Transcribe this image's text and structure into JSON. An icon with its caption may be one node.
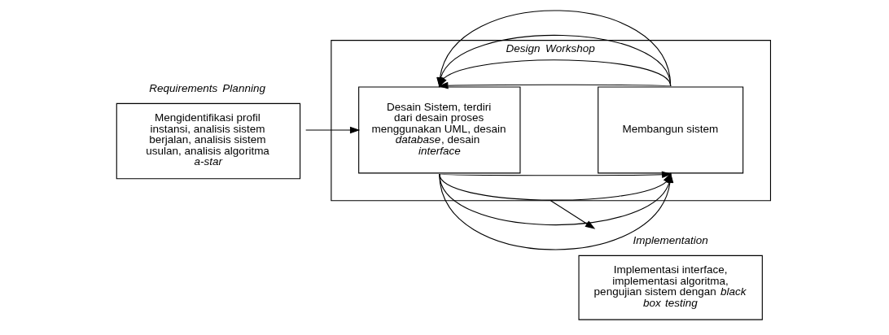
{
  "diagram": {
    "nodes": [
      {
        "text": [
          "Requirements Planning",
          "Mengidentifikasi profil instansi, analisis sistem berjalan, analisis sistem usulan, analisis algoritma *a-star*"
        ]
      },
      {
        "text": [
          "Design Workshop"
        ]
      },
      {
        "text": [
          "Desain Sistem, terdiri dari desain proses menggunakan UML, desain *database*, desain *interface*"
        ],
        "in": 1
      },
      {
        "text": [
          "Membangun sistem"
        ],
        "in": 1
      },
      {
        "text": [
          "Implementation",
          "Implementasi interface, implementasi algoritma, pengujian sistem dengan *black box testing*"
        ]
      }
    ],
    "edges": [
      {
        "from": 0,
        "to": 2,
        "arrow": "to"
      },
      {
        "from": 2,
        "to": 3,
        "arrow": "to"
      },
      {
        "from": 2,
        "to": 3,
        "arrow": "to"
      },
      {
        "from": 2,
        "to": 3,
        "arrow": "to"
      },
      {
        "from": 2,
        "to": 3,
        "arrow": "to"
      },
      {
        "from": 3,
        "to": 2,
        "arrow": "to"
      },
      {
        "from": 3,
        "to": 2,
        "arrow": "to"
      },
      {
        "from": 3,
        "to": 2,
        "arrow": "to"
      },
      {
        "from": 3,
        "to": 2,
        "arrow": "to"
      },
      {
        "from": 1,
        "to": 4,
        "arrow": "to"
      }
    ]
  }
}
